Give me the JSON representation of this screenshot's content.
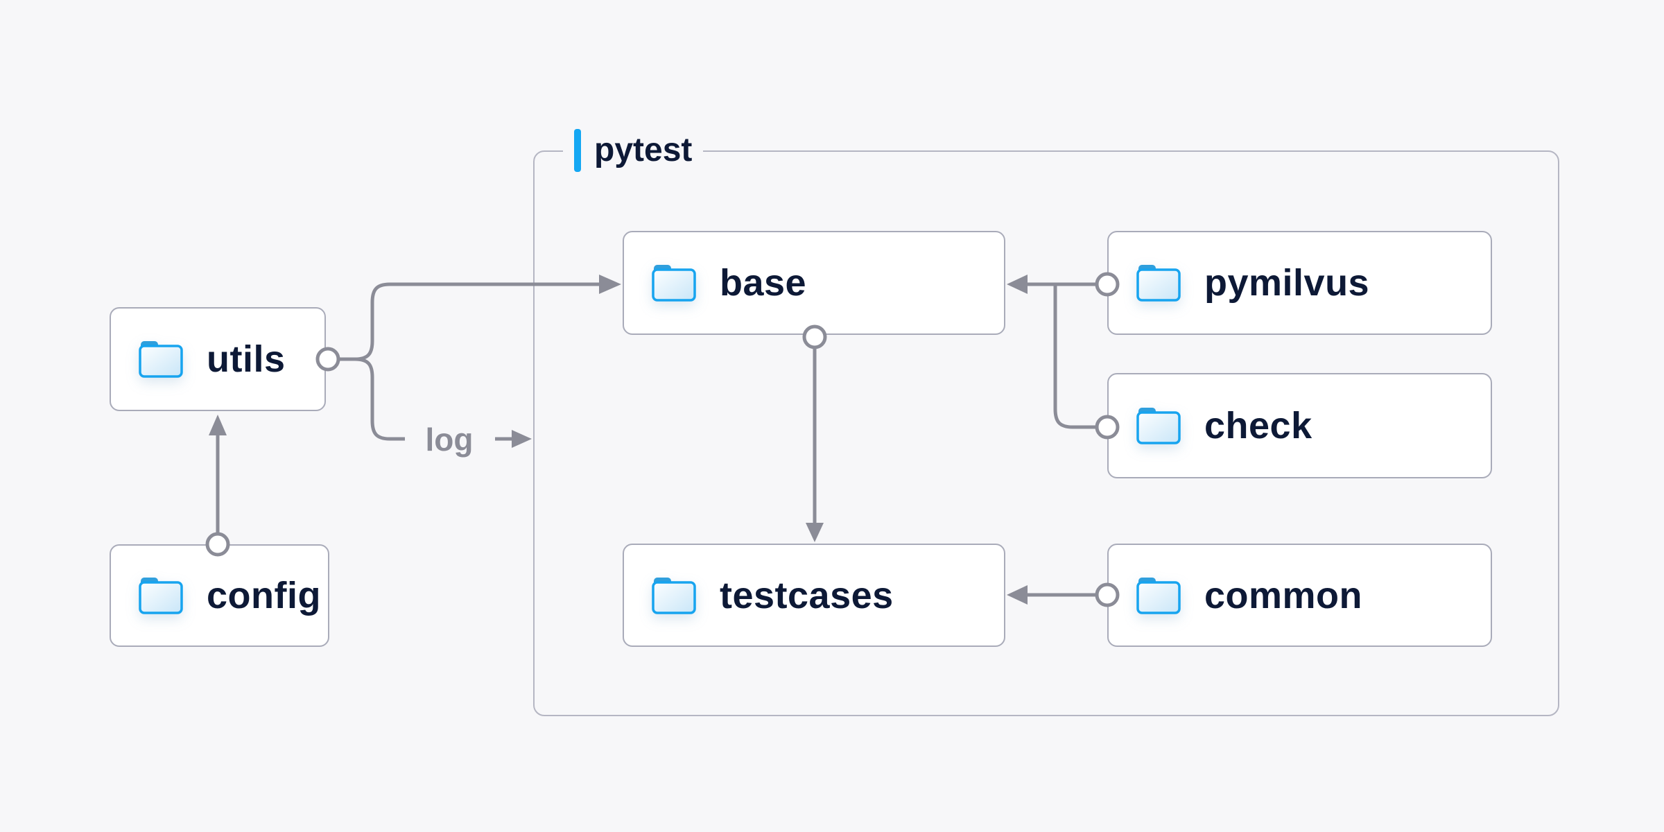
{
  "colors": {
    "background": "#f7f7f9",
    "accent_blue": "#14a7f3",
    "folder_blue": "#17a4ef",
    "folder_tab_blue": "#2f9fdd",
    "text_dark": "#0d1936",
    "connector_gray": "#8b8c97",
    "node_border": "#a9abb9",
    "container_border": "#b5b6c3"
  },
  "container": {
    "label": "pytest"
  },
  "nodes": {
    "utils": {
      "label": "utils"
    },
    "config": {
      "label": "config"
    },
    "base": {
      "label": "base"
    },
    "pymilvus": {
      "label": "pymilvus"
    },
    "check": {
      "label": "check"
    },
    "testcases": {
      "label": "testcases"
    },
    "common": {
      "label": "common"
    }
  },
  "edges": {
    "log_label": "log"
  }
}
